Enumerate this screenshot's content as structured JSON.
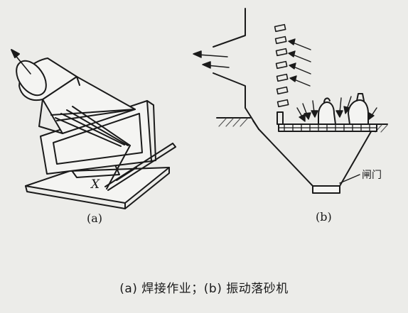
{
  "diagram_a": {
    "part_label": "(a)",
    "marker_label": "X"
  },
  "diagram_b": {
    "part_label": "(b)",
    "gate_label": "闸门"
  },
  "caption": "(a) 焊接作业；(b) 振动落砂机",
  "colors": {
    "ink": "#1a1a1a",
    "paper": "#ecece9",
    "hatch": "#555555"
  }
}
